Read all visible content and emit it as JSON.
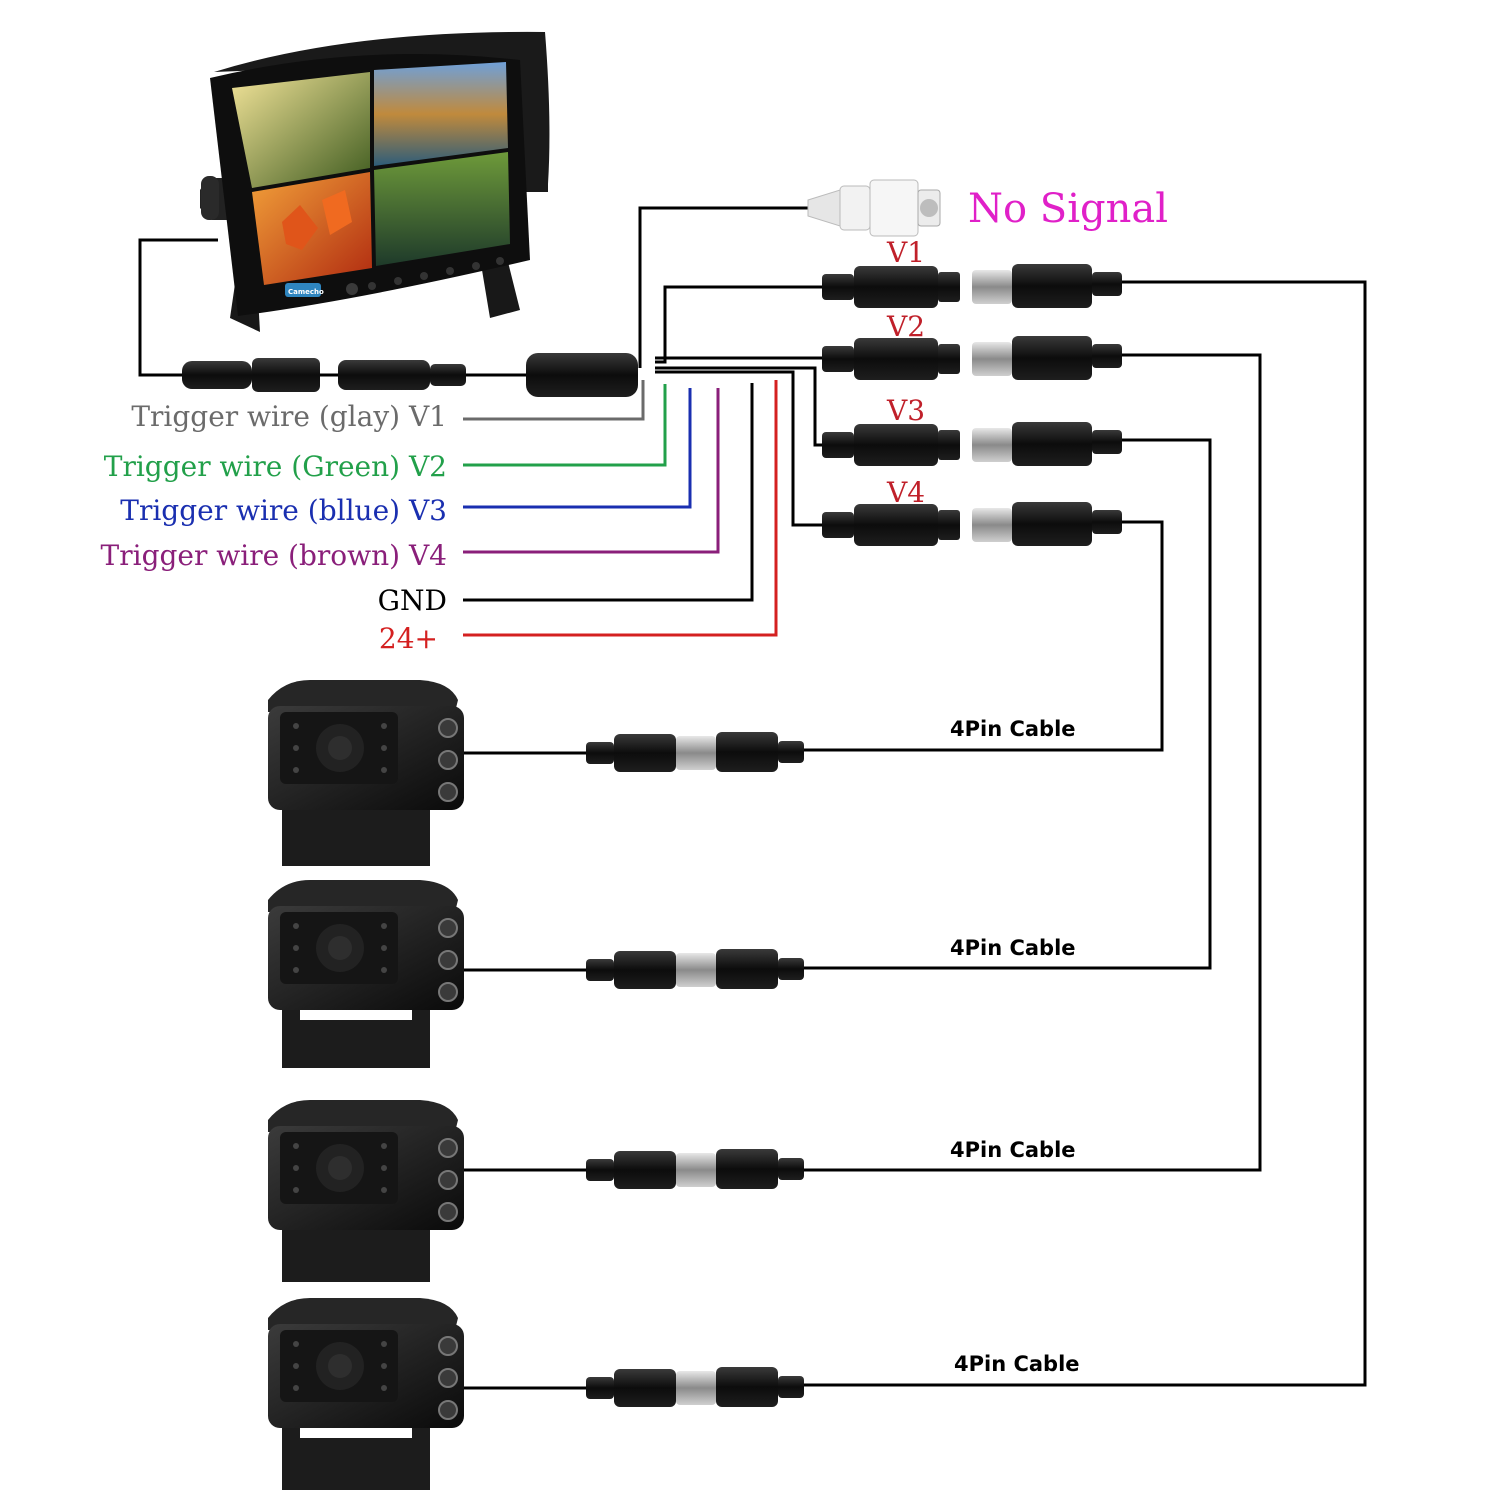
{
  "no_signal_label": "No Signal",
  "channels": [
    {
      "label": "V1"
    },
    {
      "label": "V2"
    },
    {
      "label": "V3"
    },
    {
      "label": "V4"
    }
  ],
  "harness_wires": [
    {
      "label": "Trigger wire (glay) V1",
      "color": "#6b6b6b"
    },
    {
      "label": "Trigger wire (Green) V2",
      "color": "#22a04a"
    },
    {
      "label": "Trigger wire (bllue) V3",
      "color": "#1a2fb0"
    },
    {
      "label": "Trigger wire (brown) V4",
      "color": "#8a1f7a"
    },
    {
      "label": "GND",
      "color": "#000000"
    },
    {
      "label": "24+",
      "color": "#d42020"
    }
  ],
  "cables": [
    {
      "label": "4Pin Cable"
    },
    {
      "label": "4Pin Cable"
    },
    {
      "label": "4Pin Cable"
    },
    {
      "label": "4Pin Cable"
    }
  ],
  "monitor_brand": "Camecho",
  "colors": {
    "no_signal": "#e020c8",
    "channel_label": "#c0202a",
    "wire": "#000000"
  }
}
